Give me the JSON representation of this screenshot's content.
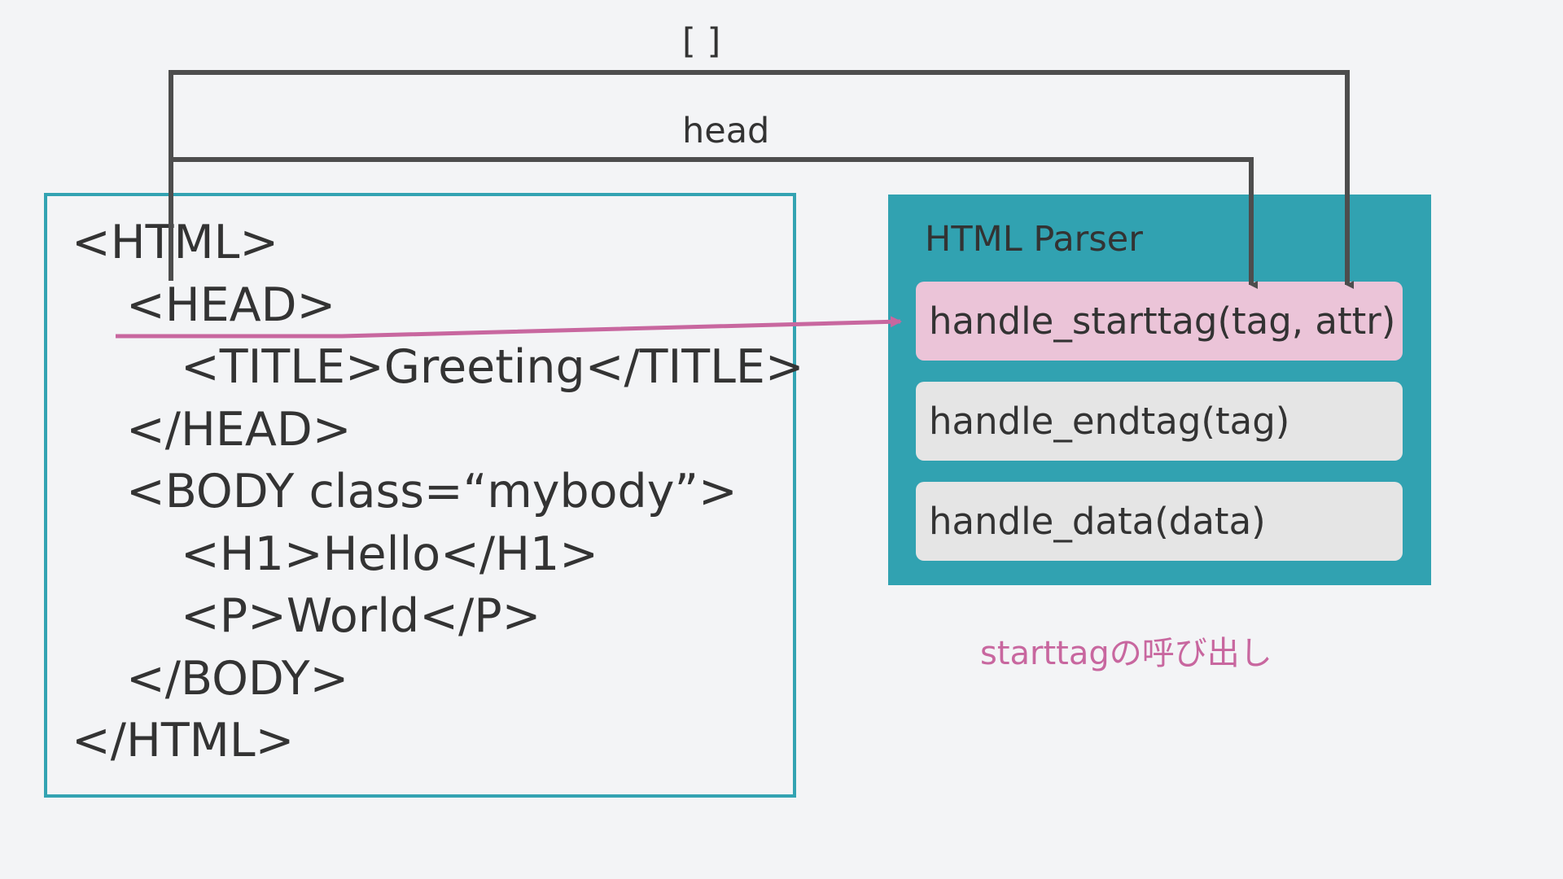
{
  "code_lines": [
    "<HTML>",
    "<HEAD>",
    "<TITLE>Greeting</TITLE>",
    "</HEAD>",
    "<BODY class=“mybody”>",
    "<H1>Hello</H1>",
    "<P>World</P>",
    "</BODY>",
    "</HTML>"
  ],
  "parser": {
    "title": "HTML Parser",
    "methods": [
      "handle_starttag(tag, attr)",
      "handle_endtag(tag)",
      "handle_data(data)"
    ]
  },
  "labels": {
    "attr_arg": "[ ]",
    "tag_arg": "head",
    "caption": "starttagの呼び出し"
  },
  "colors": {
    "frame": "#33a3b2",
    "parser_bg": "#31a2b1",
    "highlight": "#ebc4d8",
    "method_bg": "#e5e5e5",
    "accent_arrow": "#c8679f",
    "connector": "#4d4d4d"
  }
}
